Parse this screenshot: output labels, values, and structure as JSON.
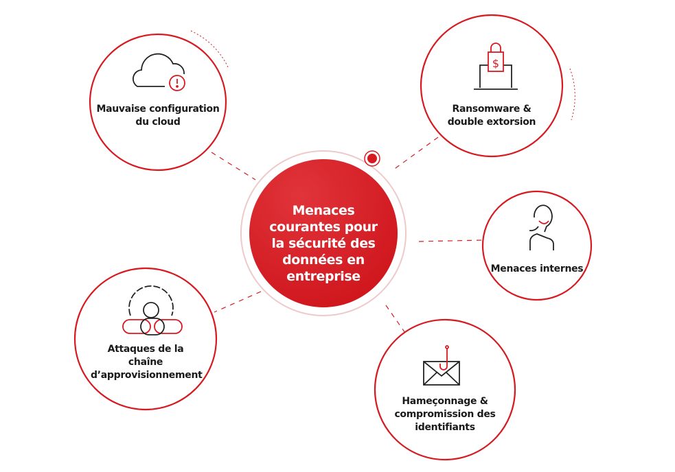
{
  "colors": {
    "accent": "#d71920",
    "ring": "#e8b7b9",
    "text": "#1a1a1a",
    "icon": "#222222"
  },
  "center": {
    "title": "Menaces courantes pour la sécurité des données en entreprise"
  },
  "nodes": [
    {
      "id": "cloud",
      "label": "Mauvaise configuration du cloud",
      "icon": "cloud-alert-icon"
    },
    {
      "id": "ransomware",
      "label": "Ransomware & double extorsion",
      "icon": "laptop-lock-dollar-icon"
    },
    {
      "id": "insider",
      "label": "Menaces internes",
      "icon": "person-icon"
    },
    {
      "id": "phishing",
      "label": "Hameçonnage & compromission des identifiants",
      "icon": "envelope-hook-icon"
    },
    {
      "id": "supply",
      "label": "Attaques de la chaîne d’approvisionnement",
      "icon": "gear-chain-icon"
    }
  ]
}
